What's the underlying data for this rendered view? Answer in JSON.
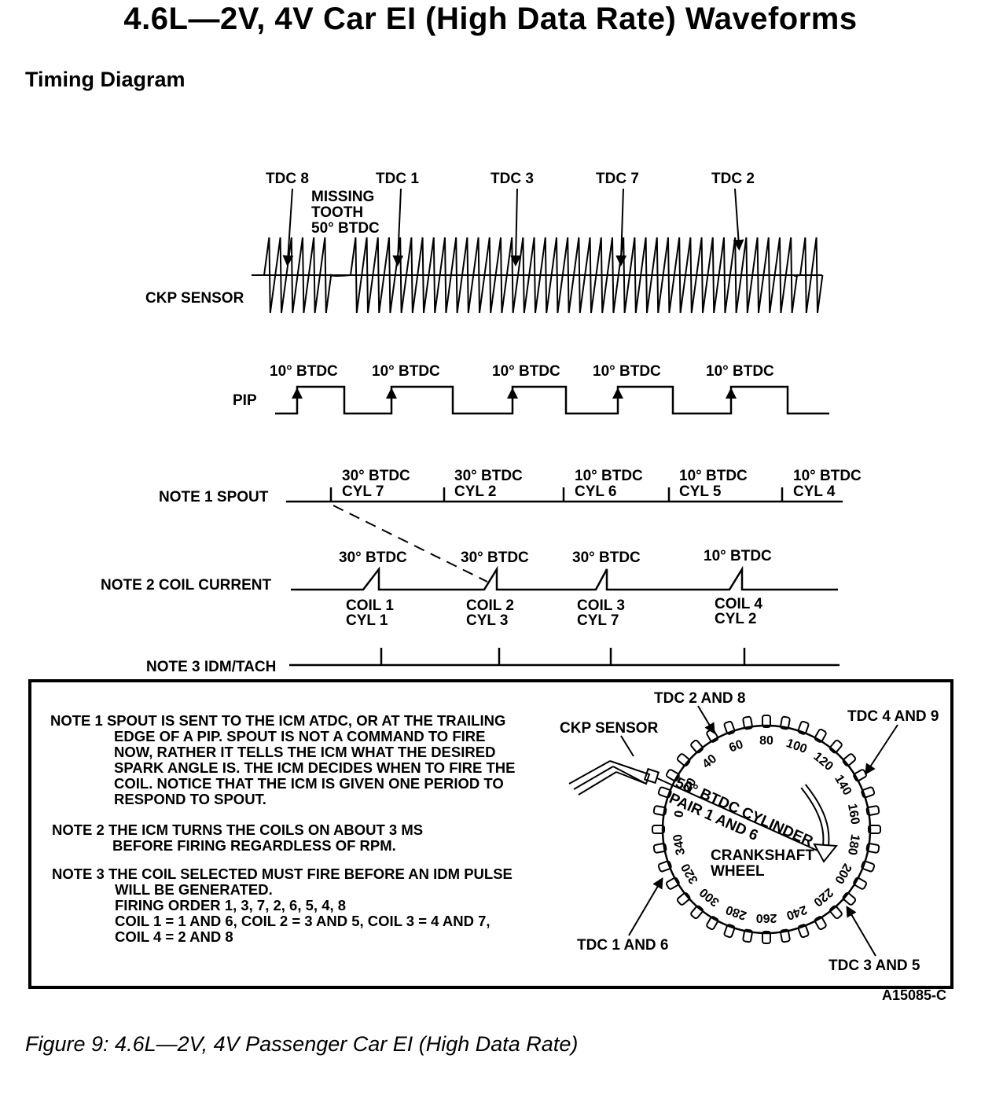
{
  "title": "4.6L—2V, 4V Car EI (High Data Rate) Waveforms",
  "section_heading": "Timing Diagram",
  "ckp": {
    "label": "CKP SENSOR",
    "tdc_markers": [
      "TDC 8",
      "TDC 1",
      "TDC 3",
      "TDC 7",
      "TDC 2"
    ],
    "missing_tooth_lines": [
      "MISSING",
      "TOOTH",
      "50° BTDC"
    ]
  },
  "pip": {
    "label": "PIP",
    "pulse_labels": [
      "10° BTDC",
      "10° BTDC",
      "10° BTDC",
      "10° BTDC",
      "10° BTDC"
    ]
  },
  "spout": {
    "label": "NOTE 1 SPOUT",
    "events": [
      {
        "angle": "30° BTDC",
        "cyl": "CYL 7"
      },
      {
        "angle": "30° BTDC",
        "cyl": "CYL 2"
      },
      {
        "angle": "10° BTDC",
        "cyl": "CYL 6"
      },
      {
        "angle": "10° BTDC",
        "cyl": "CYL 5"
      },
      {
        "angle": "10° BTDC",
        "cyl": "CYL 4"
      }
    ]
  },
  "coil_current": {
    "label": "NOTE 2 COIL CURRENT",
    "events": [
      {
        "angle": "30° BTDC",
        "coil": "COIL 1",
        "cyl": "CYL 1"
      },
      {
        "angle": "30° BTDC",
        "coil": "COIL 2",
        "cyl": "CYL 3"
      },
      {
        "angle": "30° BTDC",
        "coil": "COIL 3",
        "cyl": "CYL 7"
      },
      {
        "angle": "10° BTDC",
        "coil": "COIL 4",
        "cyl": "CYL 2"
      }
    ]
  },
  "idm": {
    "label": "NOTE 3 IDM/TACH"
  },
  "notes": {
    "note1": [
      "NOTE 1 SPOUT IS SENT TO THE ICM ATDC, OR AT THE TRAILING",
      "EDGE OF A PIP. SPOUT IS NOT A COMMAND TO FIRE",
      "NOW, RATHER IT TELLS THE ICM WHAT THE DESIRED",
      "SPARK ANGLE IS. THE ICM DECIDES WHEN TO FIRE THE",
      "COIL. NOTICE THAT THE ICM IS GIVEN ONE PERIOD TO",
      "RESPOND TO SPOUT."
    ],
    "note2": [
      "NOTE 2 THE ICM TURNS THE COILS ON ABOUT 3 MS",
      "BEFORE FIRING REGARDLESS OF RPM."
    ],
    "note3": [
      "NOTE 3 THE COIL SELECTED MUST FIRE BEFORE AN IDM PULSE",
      "WILL BE GENERATED.",
      "FIRING ORDER 1, 3, 7, 2, 6, 5, 4, 8",
      "COIL 1 = 1 AND 6, COIL 2 = 3 AND 5, COIL 3 = 4 AND 7,",
      "COIL 4 = 2 AND 8"
    ]
  },
  "wheel": {
    "ckp_label": "CKP SENSOR",
    "tdc_labels": [
      "TDC 2 AND 8",
      "TDC 4 AND 9",
      "TDC 1 AND 6",
      "TDC 3 AND 5"
    ],
    "degree_marks": [
      "0",
      "20",
      "40",
      "60",
      "80",
      "100",
      "120",
      "140",
      "160",
      "180",
      "200",
      "220",
      "240",
      "260",
      "280",
      "300",
      "320",
      "340"
    ],
    "cylinder_note": [
      "50° BTDC CYLINDER",
      "PAIR 1 AND 6"
    ],
    "center_label": [
      "CRANKSHAFT",
      "WHEEL"
    ]
  },
  "figure_id": "A15085-C",
  "caption": "Figure 9: 4.6L—2V, 4V Passenger Car EI (High Data Rate)"
}
